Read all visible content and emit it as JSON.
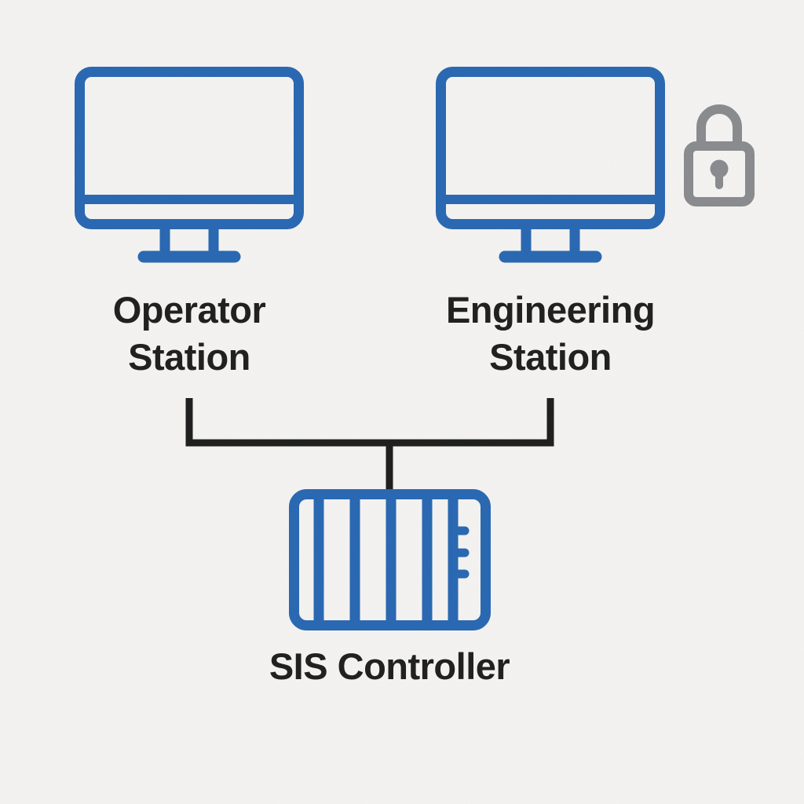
{
  "diagram": {
    "background": "#f4f3f1",
    "edge_color": "#1a1a1a",
    "label_color": "#1b1b1b",
    "nodes": [
      {
        "id": "operator-station",
        "label": "Operator Station",
        "icon": "desktop-monitor-icon",
        "color": "#2565b1"
      },
      {
        "id": "engineering-station",
        "label": "Engineering Station",
        "icon": "desktop-monitor-icon",
        "color": "#2565b1",
        "badge_icon": "padlock-icon",
        "badge_color": "#87898c"
      },
      {
        "id": "sis-controller",
        "label": "SIS Controller",
        "icon": "plc-controller-icon",
        "color": "#2565b1"
      }
    ],
    "edges": [
      {
        "from": "operator-station",
        "to": "sis-controller"
      },
      {
        "from": "engineering-station",
        "to": "sis-controller"
      }
    ]
  }
}
